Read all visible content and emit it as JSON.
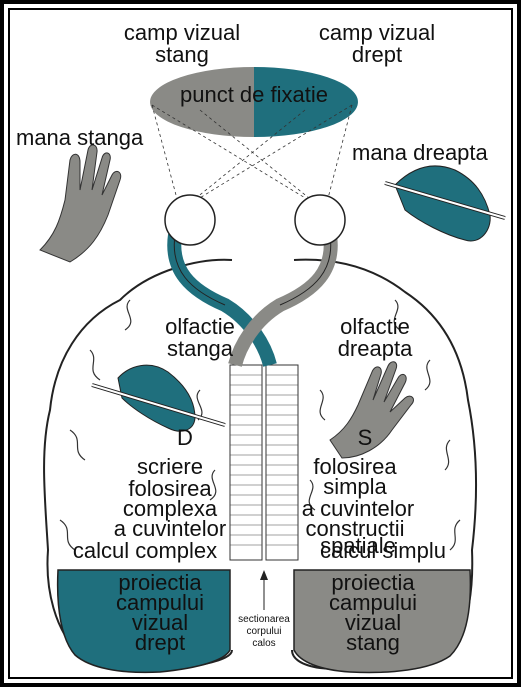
{
  "colors": {
    "teal": "#1f6f7d",
    "gray": "#8a8a86",
    "ink": "#111111",
    "frame": "#000000"
  },
  "visual_field": {
    "left": [
      "camp vizual",
      "stang"
    ],
    "right": [
      "camp vizual",
      "drept"
    ],
    "fixation": "punct de fixatie"
  },
  "hands": {
    "left": "mana stanga",
    "right": "mana dreapta"
  },
  "olfaction": {
    "left": [
      "olfactie",
      "stanga"
    ],
    "right": [
      "olfactie",
      "dreapta"
    ]
  },
  "hemisphere_letters": {
    "left": "D",
    "right": "S"
  },
  "left_functions": [
    "scriere",
    "folosirea",
    "complexa",
    "a cuvintelor",
    "calcul complex"
  ],
  "right_functions": [
    "folosirea",
    "simpla",
    "a cuvintelor",
    "constructii",
    "spatiale",
    "calcul simplu"
  ],
  "projection": {
    "left": [
      "proiectia",
      "campului",
      "vizual",
      "drept"
    ],
    "right": [
      "proiectia",
      "campului",
      "vizual",
      "stang"
    ]
  },
  "callosum_label": [
    "sectionarea",
    "corpului",
    "calos"
  ],
  "icons": {
    "left_hand": "hand-icon",
    "right_hand_writing": "writing-hand-icon",
    "brain_hand_writing": "writing-hand-icon",
    "brain_hand": "hand-icon"
  }
}
